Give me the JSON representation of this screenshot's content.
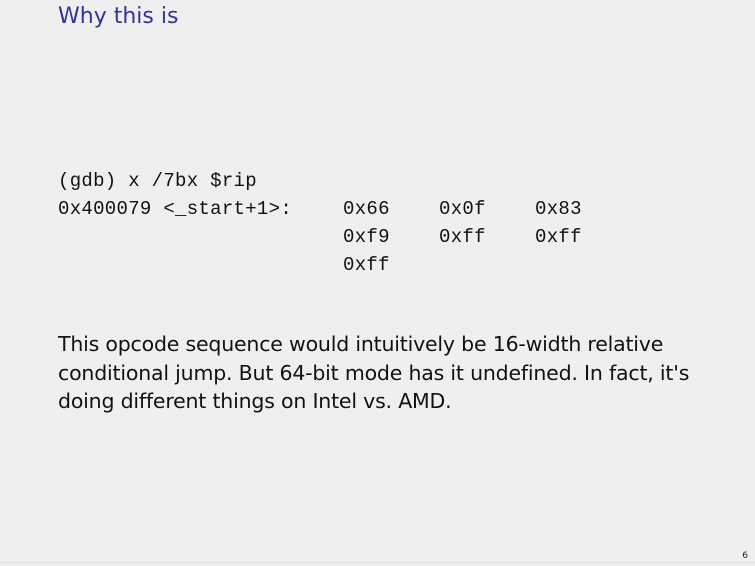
{
  "slide": {
    "title": "Why this is",
    "page_number": "6",
    "colors": {
      "title": "#33339a",
      "background": "#efefef",
      "text": "#111111"
    }
  },
  "code": {
    "command": "(gdb) x /7bx $rip",
    "address_label": "0x400079 <_start+1>:",
    "bytes": [
      [
        "0x66",
        "0x0f",
        "0x83"
      ],
      [
        "0xf9",
        "0xff",
        "0xff"
      ],
      [
        "0xff"
      ]
    ]
  },
  "paragraph": {
    "lines": [
      "This opcode sequence would intuitively be 16-width relative",
      "conditional jump. But 64-bit mode has it undefined. In fact, it's",
      "doing different things on Intel vs. AMD."
    ]
  }
}
